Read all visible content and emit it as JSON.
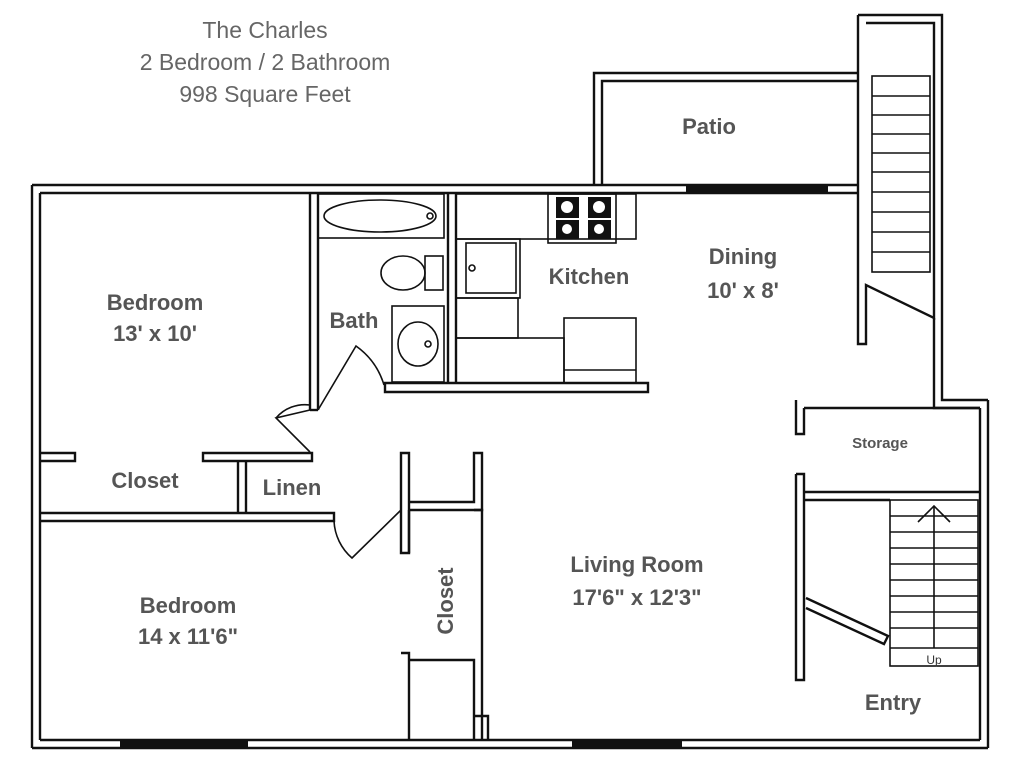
{
  "header": {
    "name": "The Charles",
    "layout": "2 Bedroom / 2 Bathroom",
    "area": "998 Square Feet"
  },
  "rooms": {
    "patio": "Patio",
    "dining": "Dining",
    "dining_size": "10' x 8'",
    "kitchen": "Kitchen",
    "bath": "Bath",
    "bedroom1": "Bedroom",
    "bedroom1_size": "13' x 10'",
    "closet1": "Closet",
    "linen": "Linen",
    "bedroom2": "Bedroom",
    "bedroom2_size": "14 x 11'6\"",
    "closet2": "Closet",
    "living": "Living Room",
    "living_size": "17'6\" x 12'3\"",
    "storage": "Storage",
    "entry": "Entry",
    "stairs_up": "Up"
  }
}
